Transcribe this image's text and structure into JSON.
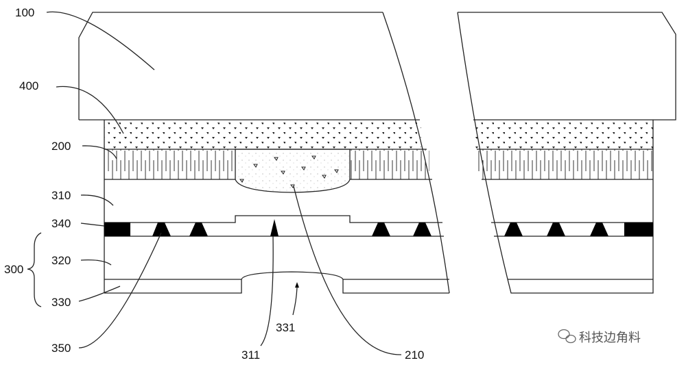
{
  "labels": {
    "l100": "100",
    "l400": "400",
    "l200": "200",
    "l310": "310",
    "l340": "340",
    "l320": "320",
    "l330": "330",
    "l350": "350",
    "l300": "300",
    "l311": "311",
    "l331": "331",
    "l210": "210"
  },
  "watermark": {
    "text": "科技边角料",
    "icon": "wechat-icon"
  },
  "colors": {
    "line": "#222222",
    "fill": "#000000"
  }
}
